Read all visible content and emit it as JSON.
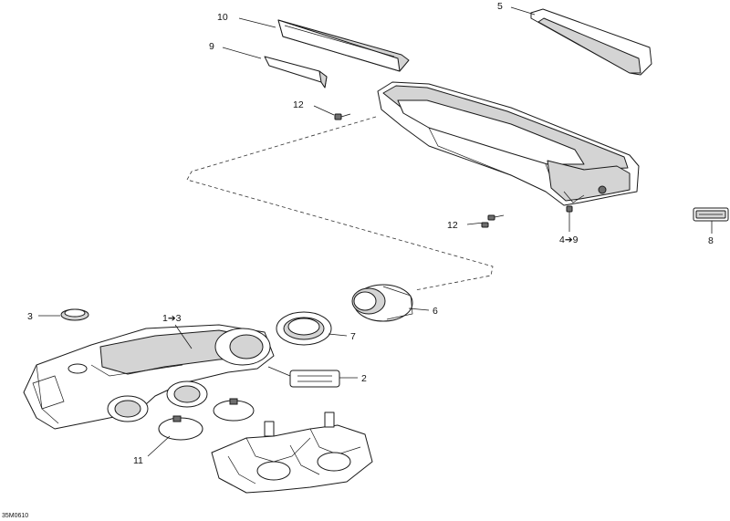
{
  "callouts": {
    "c1": "10",
    "c2": "5",
    "c3": "9",
    "c4": "12",
    "c5": "12",
    "c6": "4",
    "c6b": "9",
    "c7": "8",
    "c8": "3",
    "c9": "1",
    "c9b": "3",
    "c10": "6",
    "c11": "7",
    "c12": "2",
    "c13": "11"
  },
  "arrow_glyph": "➔",
  "reference_code": "35M0610"
}
